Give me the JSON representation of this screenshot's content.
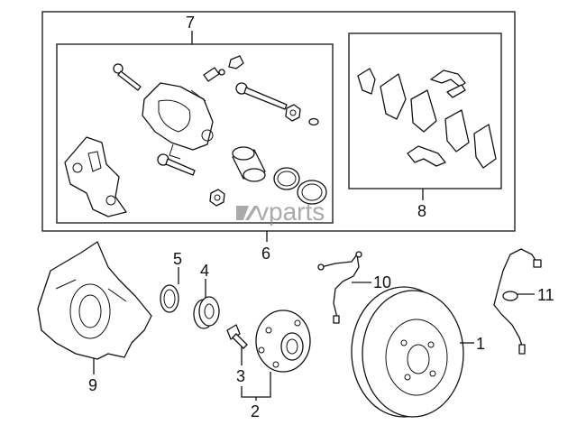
{
  "watermark": {
    "text": "vparts",
    "color": "#8e8e8e"
  },
  "callouts": {
    "c1": "1",
    "c2": "2",
    "c3": "3",
    "c4": "4",
    "c5": "5",
    "c6": "6",
    "c7": "7",
    "c8": "8",
    "c9": "9",
    "c10": "10",
    "c11": "11"
  }
}
